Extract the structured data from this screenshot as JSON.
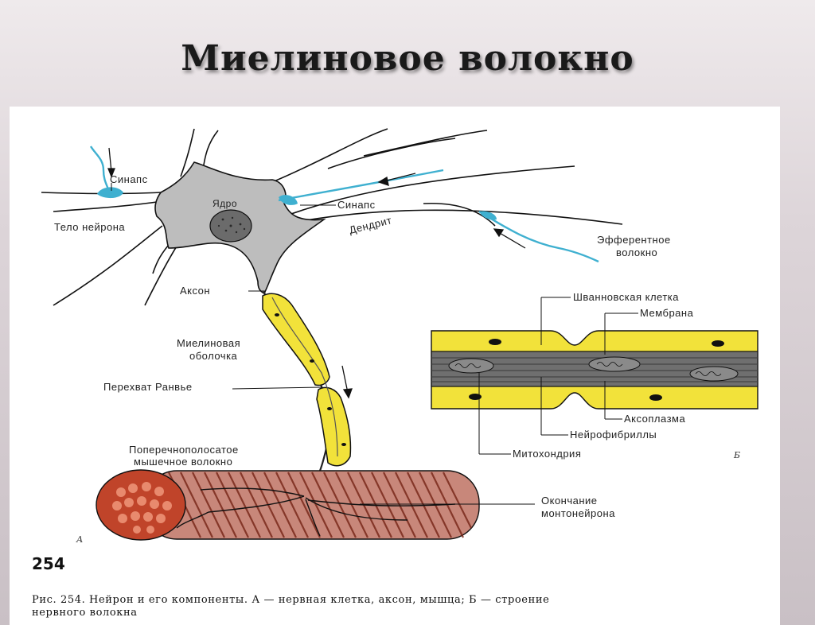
{
  "slide": {
    "title": "Миелиновое волокно"
  },
  "figure": {
    "page_number": "254",
    "caption_line1": "Рис. 254. Нейрон и его компоненты. А — нервная клетка, аксон, мышца; Б — строение",
    "caption_line2": "нервного волокна",
    "panel_a_letter": "А",
    "panel_b_letter": "Б",
    "labels": {
      "synapse_left": "Синапс",
      "nucleus": "Ядро",
      "synapse_right": "Синапс",
      "neuron_body": "Тело нейрона",
      "dendrite": "Дендрит",
      "efferent_1": "Эфферентное",
      "efferent_2": "волокно",
      "axon": "Аксон",
      "myelin_1": "Миелиновая",
      "myelin_2": "оболочка",
      "ranvier": "Перехват Ранвье",
      "muscle_1": "Поперечнополосатое",
      "muscle_2": "мышечное волокно",
      "ending_1": "Окончание",
      "ending_2": "монтонейрона",
      "schwann": "Шванновская клетка",
      "membrane": "Мембрана",
      "axoplasm": "Аксоплазма",
      "neurofibrils": "Нейрофибриллы",
      "mitochondria": "Митохондрия"
    }
  },
  "colors": {
    "myelin": "#f2e23a",
    "cell_body": "#bdbdbd",
    "synapse_fiber": "#3fb0d0",
    "muscle": "#c0442a"
  }
}
